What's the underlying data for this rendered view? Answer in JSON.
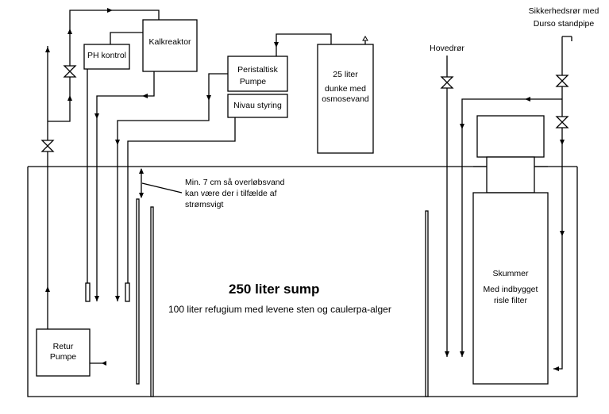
{
  "diagram": {
    "title": "250 liter sump",
    "subtitle": "100 liter refugium med levene sten og caulerpa-alger",
    "components": {
      "ph_kontrol": "PH kontrol",
      "kalkreaktor": "Kalkreaktor",
      "peristaltisk_line1": "Peristaltisk",
      "peristaltisk_line2": "Pumpe",
      "nivau_styring": "Nivau styring",
      "dunke_line1": "25 liter",
      "dunke_line2": "dunke med",
      "dunke_line3": "osmosevand",
      "retur_line1": "Retur",
      "retur_line2": "Pumpe",
      "skummer_line1": "Skummer",
      "skummer_line2": "Med indbygget",
      "skummer_line3": "risle filter"
    },
    "labels": {
      "hovedror": "Hovedrør",
      "sikkerhed_line1": "Sikkerhedsrør med",
      "sikkerhed_line2": "Durso standpipe",
      "note_line1": "Min. 7 cm så overløbsvand",
      "note_line2": "kan være der i tilfælde af",
      "note_line3": "strømsvigt"
    },
    "icons": [
      "valve-icon",
      "arrow-up-icon",
      "arrow-down-icon",
      "arrow-left-icon",
      "arrow-right-icon",
      "vent-icon"
    ],
    "colors": {
      "line": "#000000",
      "background": "#ffffff"
    }
  }
}
